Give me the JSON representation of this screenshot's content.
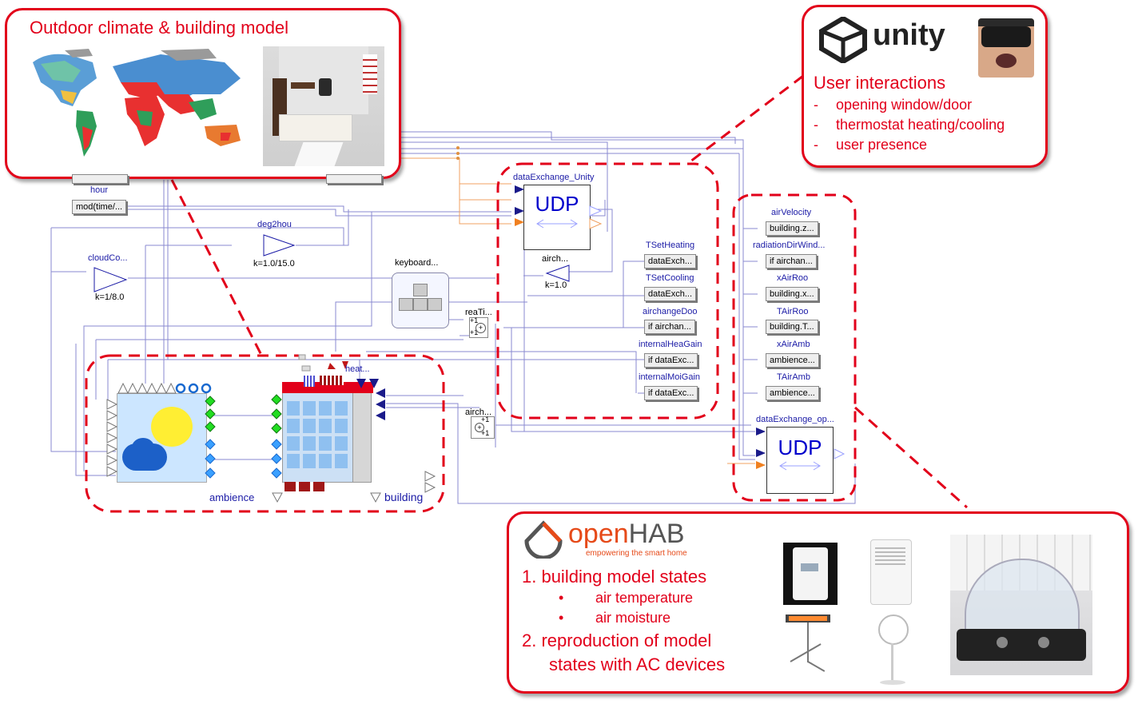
{
  "callouts": {
    "outdoor_title": "Outdoor climate & building model",
    "unity_logo": "unity",
    "unity_heading": "User interactions",
    "unity_items": [
      "opening window/door",
      "thermostat heating/cooling",
      "user presence"
    ],
    "openhab_logo_open": "open",
    "openhab_logo_hab": "HAB",
    "openhab_tagline": "empowering the smart home",
    "openhab_item1": "1. building model states",
    "openhab_sub1": "air temperature",
    "openhab_sub2": "air moisture",
    "openhab_item2_line1": "2. reproduction of model",
    "openhab_item2_line2": "states with AC devices"
  },
  "diagram": {
    "hour_label": "hour",
    "hour_block": "mod(time/...",
    "deg2hou_label": "deg2hou",
    "deg2hou_gain": "k=1.0/15.0",
    "cloudco_label": "cloudCo...",
    "cloudco_gain": "k=1/8.0",
    "keyboard_label": "keyboard...",
    "reati_label": "reaTi...",
    "airch_gain_label": "airch...",
    "airch_gain_k": "k=1.0",
    "airch_add_label": "airch...",
    "plus1": "+1",
    "udp_text": "UDP",
    "dataexchange_unity": "dataExchange_Unity",
    "dataexchange_op": "dataExchange_op...",
    "ambience_label": "ambience",
    "building_label": "building",
    "heat_label": "heat...",
    "unity_blocks": [
      {
        "label": "TSetHeating",
        "value": "dataExch..."
      },
      {
        "label": "TSetCooling",
        "value": "dataExch..."
      },
      {
        "label": "airchangeDoo",
        "value": "if airchan..."
      },
      {
        "label": "internalHeaGain",
        "value": "if dataExc..."
      },
      {
        "label": "internalMoiGain",
        "value": "if dataExc..."
      }
    ],
    "op_blocks": [
      {
        "label": "airVelocity",
        "value": "building.z..."
      },
      {
        "label": "radiationDirWind...",
        "value": "if airchan..."
      },
      {
        "label": "xAirRoo",
        "value": "building.x..."
      },
      {
        "label": "TAirRoo",
        "value": "building.T..."
      },
      {
        "label": "xAirAmb",
        "value": "ambience..."
      },
      {
        "label": "TAirAmb",
        "value": "ambience..."
      }
    ]
  },
  "colors": {
    "accent_red": "#e2001a",
    "udp_blue": "#0000cc",
    "diagram_label_blue": "#1a1aa6",
    "openhab_orange": "#e64a19"
  },
  "icons": [
    "unity-logo-icon",
    "vr-headset-photo",
    "world-climate-map",
    "room-render",
    "openhab-logo-icon",
    "humidifier-photo",
    "air-conditioner-photo",
    "heater-photo",
    "fan-photo",
    "dome-photo",
    "keyboard-icon",
    "sun-cloud-icon",
    "building-icon"
  ]
}
